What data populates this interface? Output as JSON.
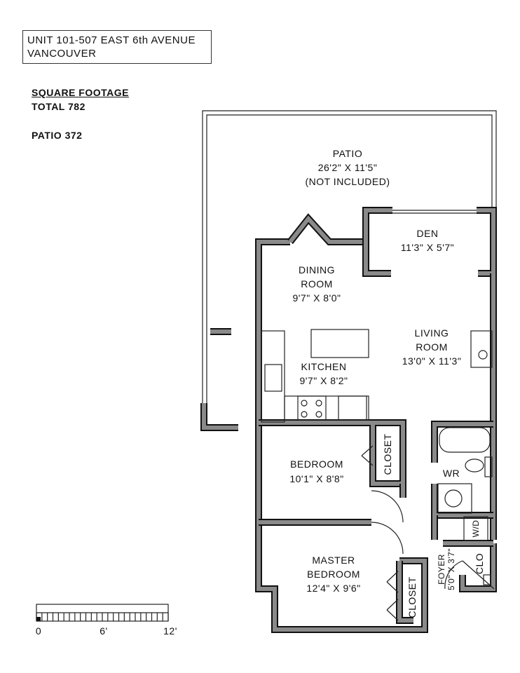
{
  "header": {
    "line1": "UNIT 101-507 EAST 6th AVENUE",
    "line2": "VANCOUVER"
  },
  "square_footage": {
    "title": "SQUARE FOOTAGE",
    "total": "TOTAL 782",
    "patio": "PATIO 372"
  },
  "rooms": {
    "patio": {
      "name": "PATIO",
      "dims": "26'2\" X 11'5\"",
      "note": "(NOT INCLUDED)"
    },
    "den": {
      "name": "DEN",
      "dims": "11'3\" X 5'7\""
    },
    "dining": {
      "name1": "DINING",
      "name2": "ROOM",
      "dims": "9'7\" X 8'0\""
    },
    "living": {
      "name1": "LIVING",
      "name2": "ROOM",
      "dims": "13'0\" X 11'3\""
    },
    "kitchen": {
      "name": "KITCHEN",
      "dims": "9'7\" X 8'2\""
    },
    "bedroom": {
      "name": "BEDROOM",
      "dims": "10'1\" X 8'8\""
    },
    "bedroom_closet": "CLOSET",
    "master": {
      "name1": "MASTER",
      "name2": "BEDROOM",
      "dims": "12'4\" X 9'6\""
    },
    "master_closet": "CLOSET",
    "washroom": "WR",
    "laundry": "W/D",
    "foyer": {
      "name": "FOYER",
      "dims": "5'0\" X 3'7\""
    },
    "clo": "CLO"
  },
  "scale": {
    "labels": [
      "0",
      "6'",
      "12'"
    ]
  }
}
